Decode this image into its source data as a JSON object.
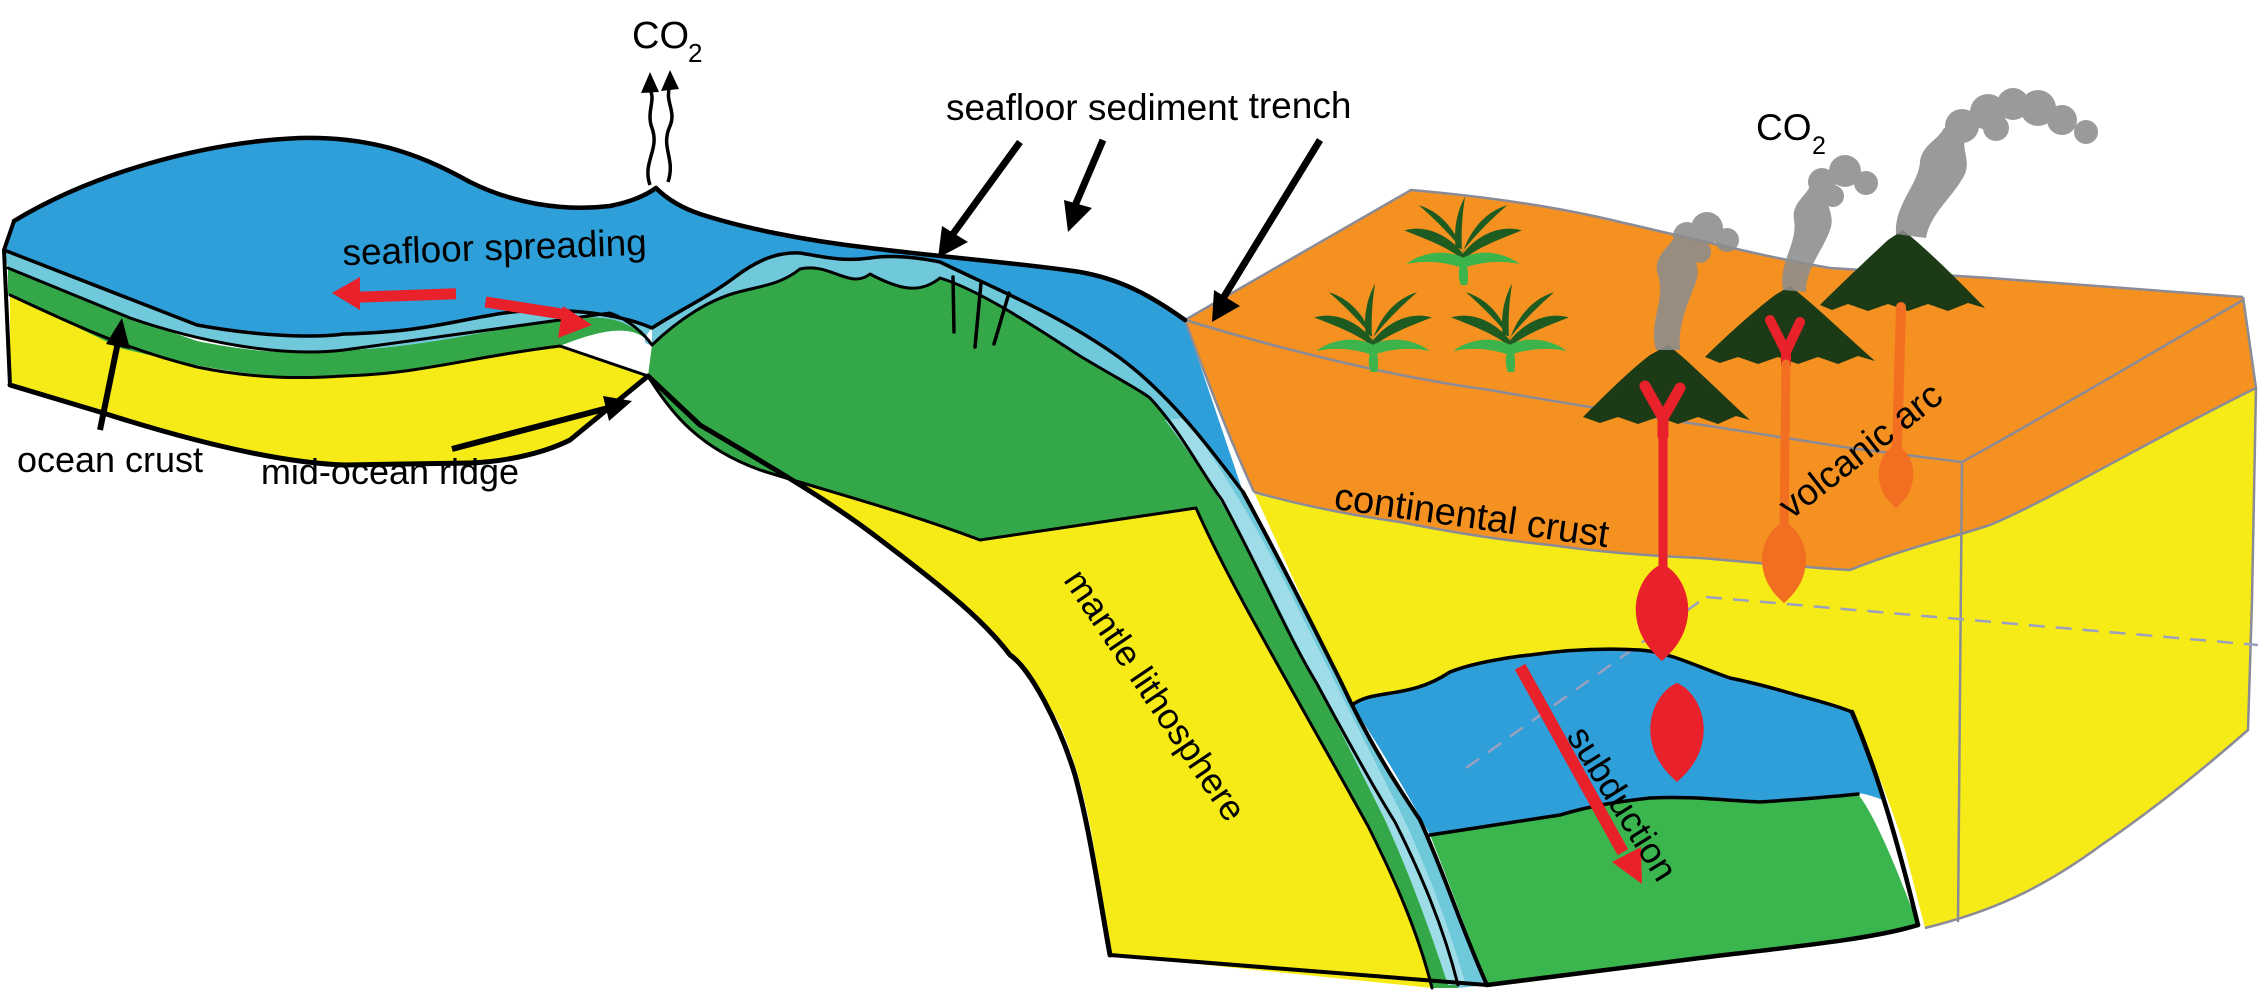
{
  "diagram": {
    "title": "plate tectonics subduction diagram",
    "labels": {
      "co2_left": {
        "main": "CO",
        "sub": "2"
      },
      "co2_right": {
        "main": "CO",
        "sub": "2"
      },
      "seafloor_spreading": "seafloor spreading",
      "ocean_crust": "ocean crust",
      "mid_ocean_ridge": "mid-ocean ridge",
      "seafloor_sediment": "seafloor sediment",
      "trench": "trench",
      "continental_crust": "continental crust",
      "volcanic_arc": "volcanic arc",
      "mantle_lithosphere": "mantle lithosphere",
      "subduction": "subduction"
    },
    "colors": {
      "ocean_water": "#2e9fd9",
      "seafloor_sediment": "#6fc9db",
      "sediment_light": "#9edde8",
      "ocean_crust_green": "#34a848",
      "mantle_yellow": "#f6eb16",
      "continental_orange": "#f59120",
      "mantle_window_blue": "#2e9fd9",
      "deep_mantle_green": "#3bb54e",
      "magma_red": "#e8212a",
      "magma_orange": "#f26f21",
      "volcano_dark_green": "#1d3a17",
      "smoke_gray": "#8d8d8d",
      "palm_dark": "#1e5b21",
      "palm_light": "#3cb44b",
      "outline_black": "#000000",
      "edge_gray": "#8b8b97",
      "dashed_edge": "#9aa0c0"
    }
  }
}
